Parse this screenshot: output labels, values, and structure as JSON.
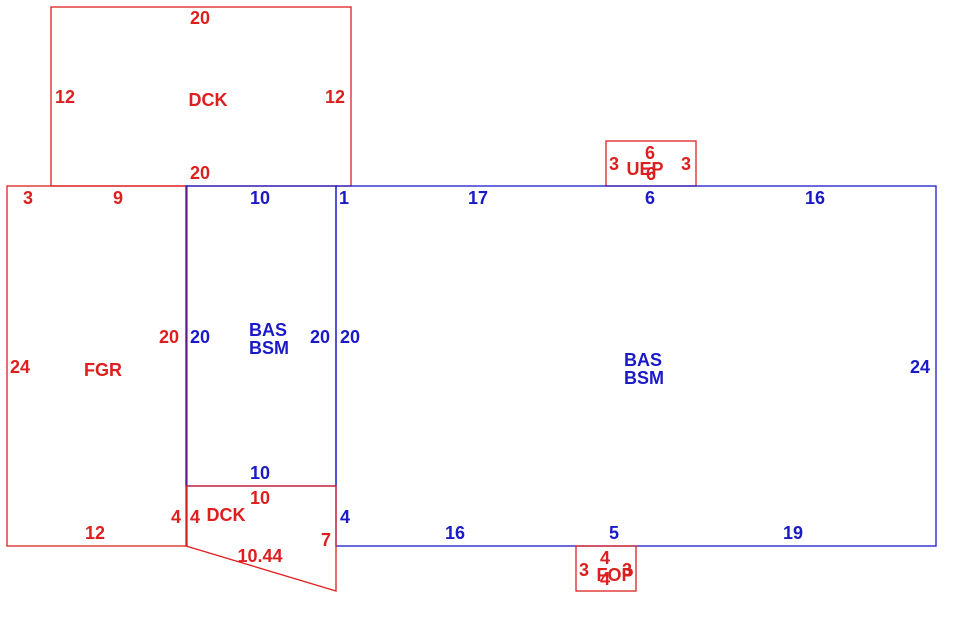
{
  "colors": {
    "red": "#dd1f1f",
    "blue": "#1a1ac8"
  },
  "areas": {
    "dck_top": {
      "code": "DCK",
      "top": "20",
      "bottom": "20",
      "left": "12",
      "right": "12"
    },
    "uep": {
      "code": "UEP",
      "top": "6",
      "bottom": "6",
      "left": "3",
      "right": "3"
    },
    "fgr": {
      "code": "FGR",
      "top_left": "3",
      "top": "9",
      "left": "24",
      "right": "20",
      "bottom": "12",
      "bottom_right": "4"
    },
    "bas_left": {
      "code": "BAS",
      "code2": "BSM",
      "top": "10",
      "left": "20",
      "right": "20",
      "bottom": "10"
    },
    "bas_main": {
      "code": "BAS",
      "code2": "BSM",
      "top_left": "1",
      "top_a": "17",
      "top_b": "6",
      "top_c": "16",
      "left": "20",
      "right": "24",
      "left_lower": "4",
      "bottom_a": "16",
      "bottom_b": "5",
      "bottom_c": "19"
    },
    "dck_bottom": {
      "code": "DCK",
      "top": "10",
      "left": "4",
      "right": "7",
      "diagonal": "10.44"
    },
    "fop": {
      "code": "FOP",
      "top": "4",
      "bottom": "4",
      "left": "3",
      "right": "3"
    }
  }
}
